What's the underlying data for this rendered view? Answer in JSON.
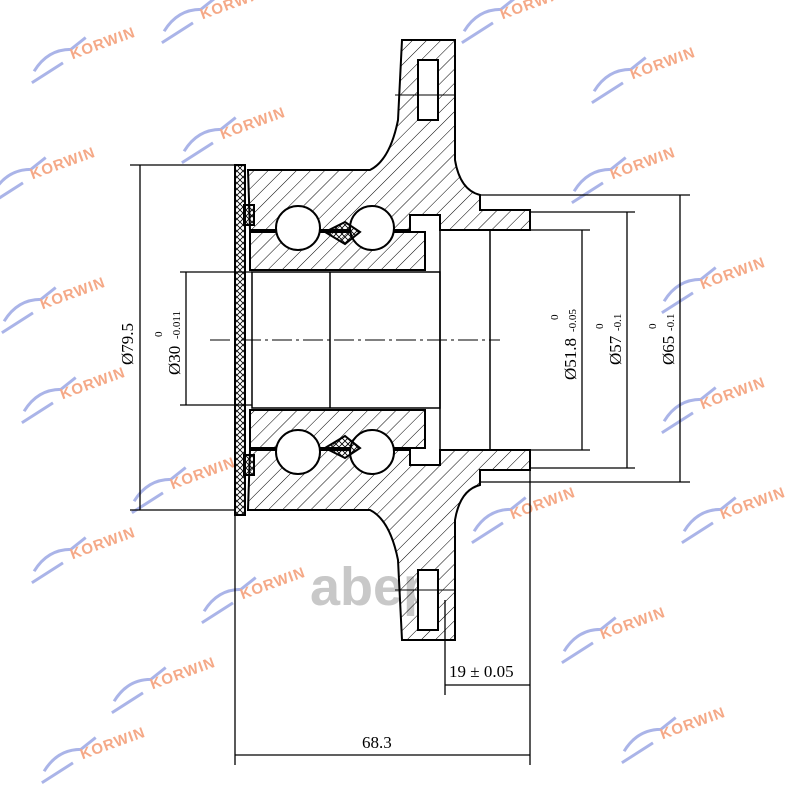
{
  "watermark": {
    "text": "KORWIN",
    "logo_text": "abep",
    "color": "#f7b79b",
    "swoosh_color": "#aab4e8"
  },
  "dimensions": {
    "outer_flange_dia": {
      "prefix": "Ø",
      "value": "79.5"
    },
    "bore_dia": {
      "prefix": "Ø",
      "value": "30",
      "upper_tol": "0",
      "lower_tol": "-0.011"
    },
    "pilot_dia_1": {
      "prefix": "Ø",
      "value": "51.8",
      "upper_tol": "0",
      "lower_tol": "-0.05"
    },
    "pilot_dia_2": {
      "prefix": "Ø",
      "value": "57",
      "upper_tol": "0",
      "lower_tol": "-0.1"
    },
    "pilot_dia_3": {
      "prefix": "Ø",
      "value": "65",
      "upper_tol": "0",
      "lower_tol": "-0.1"
    },
    "pilot_length": {
      "value": "19 ± 0.05"
    },
    "overall_length": {
      "value": "68.3"
    }
  }
}
